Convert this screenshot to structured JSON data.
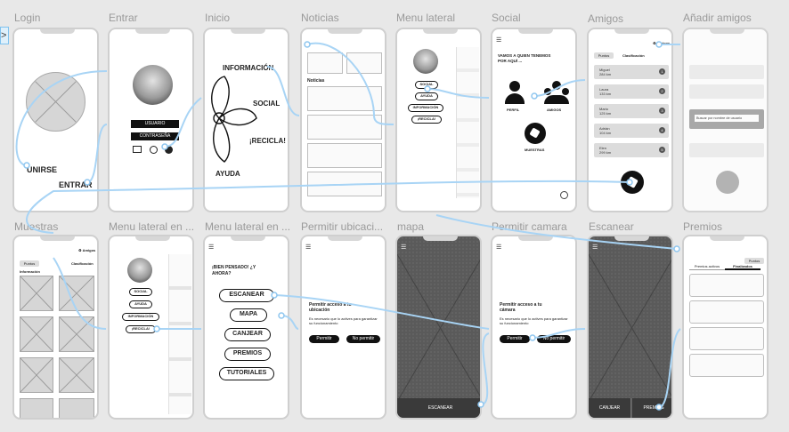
{
  "sidebar_toggle": ">",
  "colors": {
    "canvas": "#e8e8e8",
    "phone_border": "#cfcfcf",
    "connector": "#a8d4f5",
    "placeholder": "#d6d6d6",
    "dark": "#111111"
  },
  "frames": {
    "login": {
      "label": "Login",
      "unirse": "UNIRSE",
      "entrar": "ENTRAR"
    },
    "entrar": {
      "label": "Entrar",
      "usuario": "USUARIO",
      "contrasena": "CONTRASEÑA"
    },
    "inicio": {
      "label": "Inicio",
      "informacion": "INFORMACIÓN",
      "social": "SOCIAL",
      "recicla": "¡RECICLA!",
      "ayuda": "AYUDA"
    },
    "noticias": {
      "label": "Noticias",
      "section": "Noticias"
    },
    "menu_lateral": {
      "label": "Menu lateral",
      "items": [
        "SOCIAL",
        "AYUDA",
        "INFORMACIÓN",
        "¡RECICLA!"
      ]
    },
    "social": {
      "label": "Social",
      "heading": "VAMOS A QUIEN TENEMOS POR AQUÍ ...",
      "perfil": "PERFIL",
      "amigos": "AMIGOS",
      "muestras": "MUESTRAS"
    },
    "amigos": {
      "label": "Amigos",
      "brand": "Amigos",
      "back": "Puntos",
      "title": "Clasificación",
      "rows": [
        {
          "name": "Miguel",
          "pts": "284 km",
          "rank": "1"
        },
        {
          "name": "Laura",
          "pts": "133 km",
          "rank": "2"
        },
        {
          "name": "Mario",
          "pts": "125 km",
          "rank": "3"
        },
        {
          "name": "Adrián",
          "pts": "104 km",
          "rank": "4"
        },
        {
          "name": "Elen",
          "pts": "299 km",
          "rank": "5"
        }
      ]
    },
    "anadir_amigos": {
      "label": "Añadir amigos",
      "search": "Buscar por nombre de usuario"
    },
    "muestras": {
      "label": "Muestras",
      "brand": "Amigos",
      "back": "Puntos",
      "title": "Clasificación",
      "section": "Información"
    },
    "menu_lateral_en_1": {
      "label": "Menu lateral en ...",
      "items": [
        "SOCIAL",
        "AYUDA",
        "INFORMACIÓN",
        "¡RECICLA!"
      ]
    },
    "menu_lateral_en_2": {
      "label": "Menu lateral en ...",
      "greeting": "¡BIEN PENSADO! ¿Y AHORA?",
      "items": [
        "ESCANEAR",
        "MAPA",
        "CANJEAR",
        "PREMIOS",
        "TUTORIALES"
      ]
    },
    "permitir_ubicacion": {
      "label": "Permitir ubicaci...",
      "title": "Permitir acceso a tu ubicación",
      "body": "Es necesario que lo actives para garantizar su funcionamiento",
      "permit": "Permitir",
      "deny": "No permitir"
    },
    "mapa": {
      "label": "mapa",
      "scan": "ESCANEAR"
    },
    "permitir_camara": {
      "label": "Permitir camara",
      "title": "Permitir acceso a tu cámara",
      "body": "Es necesario que lo actives para garantizar su funcionamiento",
      "permit": "Permitir",
      "deny": "No permitir"
    },
    "escanear": {
      "label": "Escanear",
      "canjear": "CANJEAR",
      "premios": "PREMIOS"
    },
    "premios": {
      "label": "Premios",
      "back": "Puntos",
      "tab1": "Premios activos",
      "tab2": "Finalizados"
    }
  }
}
